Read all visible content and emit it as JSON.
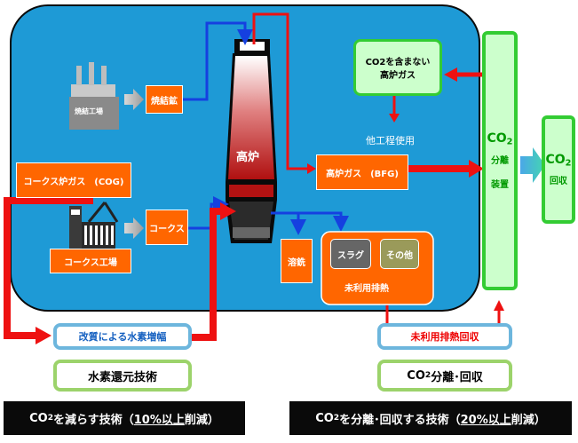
{
  "plant": {
    "sinter_plant_label": "焼結工場",
    "sinter_label": "焼結鉱",
    "coke_oven_gas_label": "コークス炉ガス　(COG)",
    "coke_label": "コークス",
    "coke_plant_label": "コークス工場",
    "blast_furnace_label": "高炉",
    "bfg_label": "高炉ガス　(BFG)",
    "co2_free_gas_line1": "CO2を含まない",
    "co2_free_gas_line2": "高炉ガス",
    "other_process_label": "他工程使用",
    "hot_metal_label": "溶銑",
    "slag_label": "スラグ",
    "others_label": "その他",
    "unused_heat_label": "未利用排熱"
  },
  "separation": {
    "co2_main": "CO",
    "co2_sub": "2",
    "line2": "分離",
    "line3": "装置"
  },
  "recovery": {
    "co2_main": "CO",
    "co2_sub": "2",
    "line2": "回収"
  },
  "technologies": {
    "hydrogen_amplification_label": "改質による水素増幅",
    "hydrogen_reduction_label": "水素還元技術",
    "heat_recovery_label": "未利用排熱回収",
    "separation_recovery_prefix": "CO",
    "separation_recovery_sub": "2",
    "separation_recovery_suffix": "分離･回収"
  },
  "footer": {
    "left_prefix": "CO",
    "left_sub": "2",
    "left_middle": "を減らす技術（",
    "left_underlined": "10%以上",
    "left_suffix": "削減）",
    "right_prefix": "CO",
    "right_sub": "2",
    "right_middle": "を分離･回収する技術（",
    "right_underlined": "20%以上",
    "right_suffix": "削減）"
  },
  "colors": {
    "plant_area": "#1e9ad6",
    "process_box": "#ff6600",
    "flow_arrow_red": "#ee1111",
    "flow_arrow_blue": "#1540e0",
    "separator_fill": "#ccffcc",
    "separator_border": "#33cc33"
  }
}
